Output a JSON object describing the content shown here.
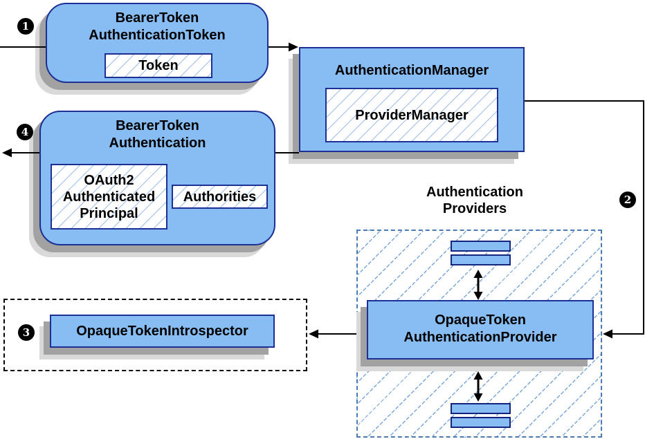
{
  "colors": {
    "box_fill": "#87bdf3",
    "box_border": "#1b2f94",
    "hatch_blue": "#5f96d2",
    "dashed_blue_border": "#4a7ab5",
    "black_dashed_border": "#000000",
    "shadow_dark": "#a2a2a2",
    "shadow_light": "#d9d9d9",
    "arrow": "#000000",
    "badge_bg": "#000000",
    "badge_text": "#ffffff"
  },
  "badges": {
    "step1": "1",
    "step2": "2",
    "step3": "3",
    "step4": "4"
  },
  "nodes": {
    "bearer_token_authentication_token": {
      "line1": "BearerToken",
      "line2": "AuthenticationToken",
      "token": "Token"
    },
    "authentication_manager": {
      "title": "AuthenticationManager",
      "provider_manager": "ProviderManager"
    },
    "bearer_token_authentication": {
      "line1": "BearerToken",
      "line2": "Authentication",
      "principal1": "OAuth2",
      "principal2": "Authenticated",
      "principal3": "Principal",
      "authorities": "Authorities"
    },
    "authentication_providers": {
      "label1": "Authentication",
      "label2": "Providers",
      "provider1": "OpaqueToken",
      "provider2": "AuthenticationProvider"
    },
    "opaque_token_introspector": {
      "label": "OpaqueTokenIntrospector"
    }
  }
}
